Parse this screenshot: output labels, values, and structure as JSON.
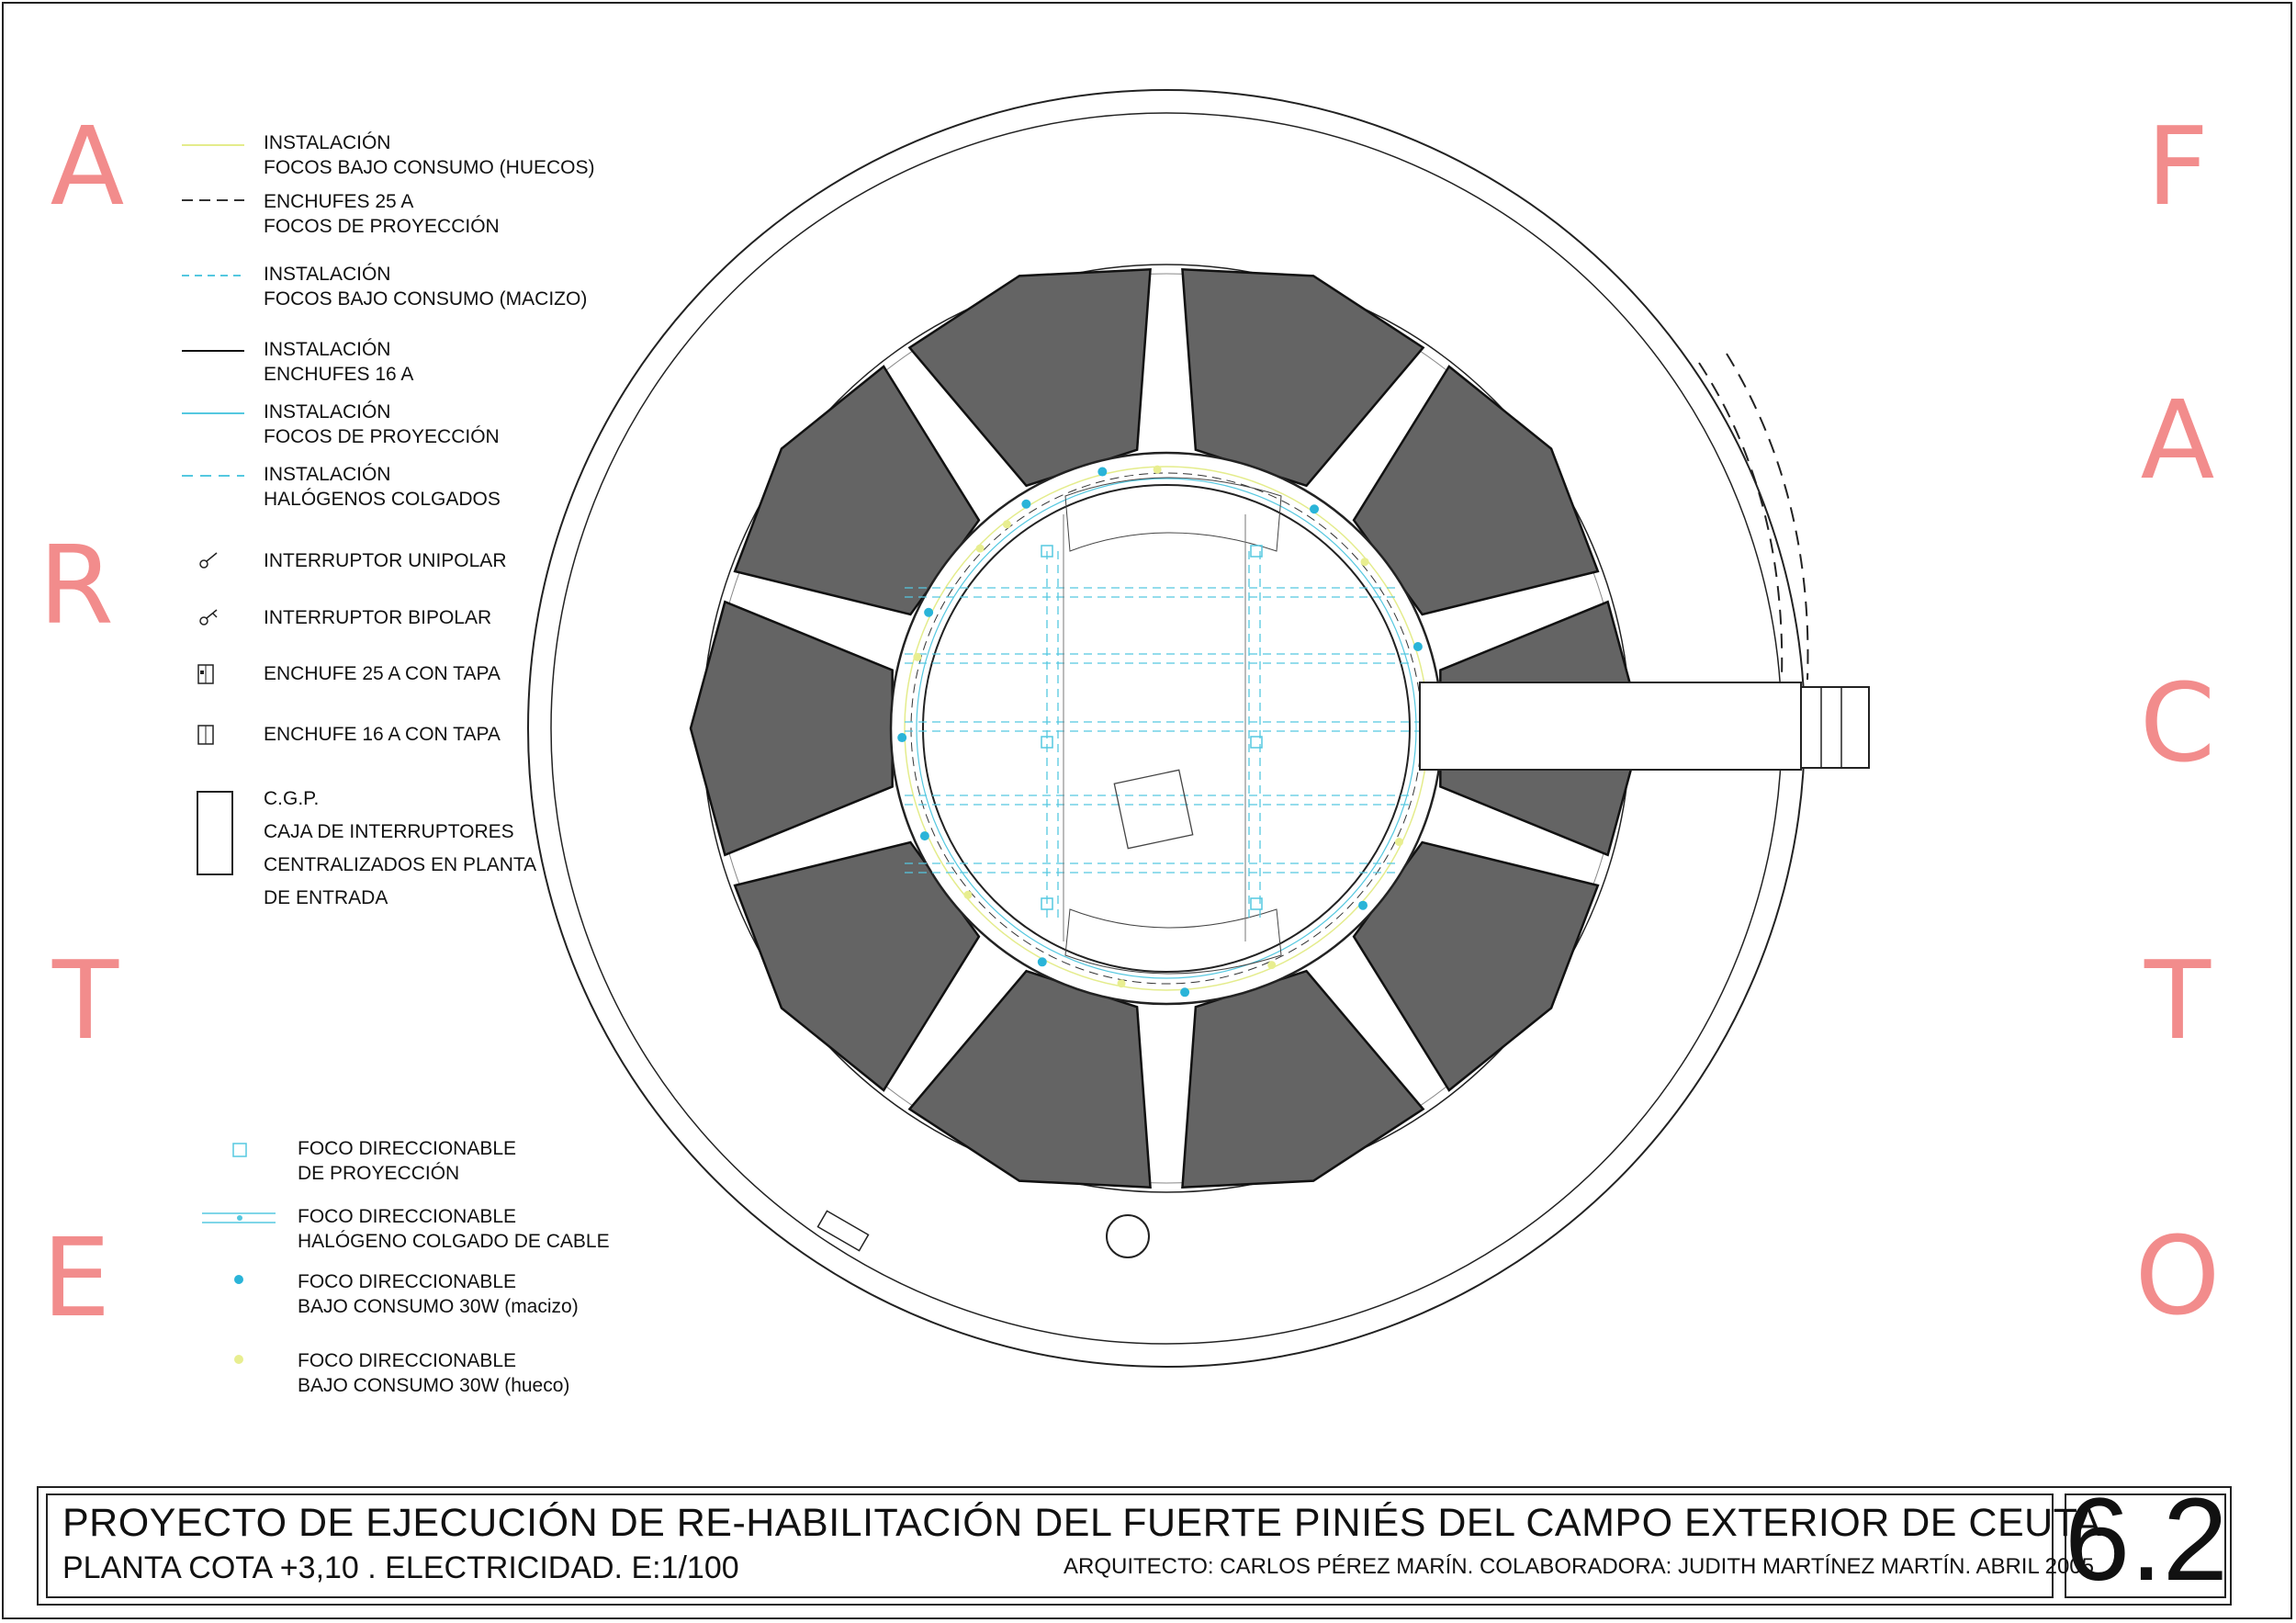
{
  "side_left": [
    "A",
    "R",
    "T",
    "E"
  ],
  "side_right": [
    "F",
    "A",
    "C",
    "T",
    "O"
  ],
  "legend_lines": [
    {
      "line1": "INSTALACIÓN",
      "line2": "FOCOS BAJO CONSUMO (HUECOS)",
      "color": "#e4ec8c",
      "style": "solid"
    },
    {
      "line1": "ENCHUFES 25 A",
      "line2": "FOCOS DE PROYECCIÓN",
      "color": "#333333",
      "style": "dashed"
    },
    {
      "line1": "INSTALACIÓN",
      "line2": "FOCOS BAJO CONSUMO (MACIZO)",
      "color": "#55c8e0",
      "style": "dashed"
    },
    {
      "line1": "INSTALACIÓN",
      "line2": "ENCHUFES 16 A",
      "color": "#111111",
      "style": "solid"
    },
    {
      "line1": "INSTALACIÓN",
      "line2": "FOCOS DE PROYECCIÓN",
      "color": "#55c8e0",
      "style": "solid"
    },
    {
      "line1": "INSTALACIÓN",
      "line2": "HALÓGENOS COLGADOS",
      "color": "#55c8e0",
      "style": "dashed"
    }
  ],
  "legend_symbols": [
    {
      "label": "INTERRUPTOR UNIPOLAR",
      "icon": "switch-unipolar-icon"
    },
    {
      "label": "INTERRUPTOR BIPOLAR",
      "icon": "switch-bipolar-icon"
    },
    {
      "label": "ENCHUFE 25 A CON TAPA",
      "icon": "socket-25a-icon"
    },
    {
      "label": "ENCHUFE 16 A CON TAPA",
      "icon": "socket-16a-icon"
    }
  ],
  "cgp": {
    "line1": "C.G.P.",
    "line2": "CAJA DE INTERRUPTORES",
    "line3": "CENTRALIZADOS EN PLANTA",
    "line4": "DE ENTRADA"
  },
  "legend_lights": [
    {
      "line1": "FOCO DIRECCIONABLE",
      "line2": "DE PROYECCIÓN",
      "icon": "projector-square-icon",
      "color": "#55c8e0"
    },
    {
      "line1": "FOCO DIRECCIONABLE",
      "line2": "HALÓGENO COLGADO DE CABLE",
      "icon": "halogen-cable-icon",
      "color": "#55c8e0"
    },
    {
      "line1": "FOCO DIRECCIONABLE",
      "line2": "BAJO CONSUMO 30W (macizo)",
      "icon": "blue-dot-icon",
      "color": "#2ab4d8"
    },
    {
      "line1": "FOCO DIRECCIONABLE",
      "line2": "BAJO CONSUMO 30W (hueco)",
      "icon": "yellow-dot-icon",
      "color": "#e8ee90"
    }
  ],
  "title_block": {
    "title": "PROYECTO DE EJECUCIÓN DE RE-HABILITACIÓN DEL FUERTE PINIÉS DEL CAMPO EXTERIOR DE CEUTA",
    "subtitle": "PLANTA COTA +3,10 . ELECTRICIDAD. E:1/100",
    "credits": "ARQUITECTO: CARLOS PÉREZ MARÍN. COLABORADORA: JUDITH MARTÍNEZ MARTÍN. ABRIL 2005",
    "sheet_number": "6.2"
  },
  "colors": {
    "accent_letters": "#f28c8c",
    "embrasure_fill": "#646464",
    "cyan": "#55c8e0",
    "yellow": "#e8ee90"
  }
}
